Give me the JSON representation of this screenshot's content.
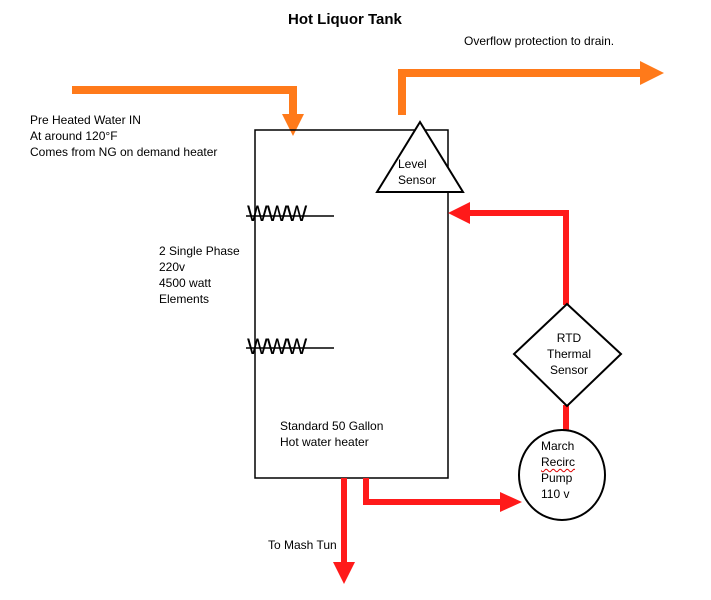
{
  "title": "Hot Liquor Tank",
  "overflow_label": "Overflow protection to drain.",
  "inlet_label": {
    "line1": "Pre Heated Water IN",
    "line2": "At around 120°F",
    "line3": "Comes from NG on demand heater"
  },
  "elements_label": {
    "line1": "2 Single Phase",
    "line2": "220v",
    "line3": "4500 watt",
    "line4": "Elements"
  },
  "element_symbol": "WWW",
  "tank_label": {
    "line1": "Standard 50 Gallon",
    "line2": "Hot water heater"
  },
  "level_sensor": {
    "line1": "Level",
    "line2": "Sensor"
  },
  "rtd_sensor": {
    "line1": "RTD",
    "line2": "Thermal",
    "line3": "Sensor"
  },
  "pump": {
    "line1": "March",
    "line2": "Recirc",
    "line3": "Pump",
    "line4": "110 v"
  },
  "outlet_label": "To Mash Tun",
  "colors": {
    "orange": "#ff7a1a",
    "red": "#ff1a1a",
    "outline": "#000000"
  }
}
